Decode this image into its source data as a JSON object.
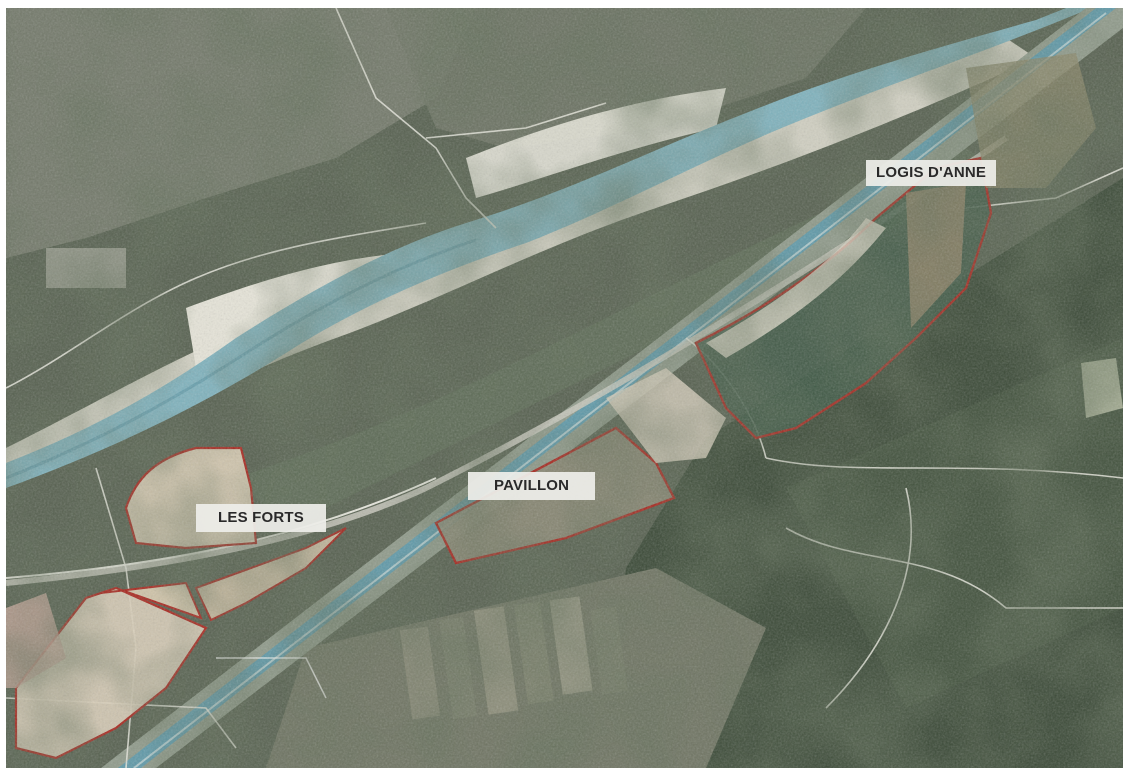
{
  "map": {
    "type": "aerial-photo",
    "labels": {
      "logis": "LOGIS D'ANNE",
      "pavillon": "PAVILLON",
      "forts": "LES FORTS"
    },
    "colors": {
      "boundary": "#a8281f",
      "canal": "#5f99a8",
      "river": "#7fb2bd",
      "gravel": "#e3e1d3",
      "forest": "#3e4e3a",
      "field": "#5f6f58",
      "label_bg": "#eeeeea",
      "label_text": "#2a2a2a"
    }
  }
}
